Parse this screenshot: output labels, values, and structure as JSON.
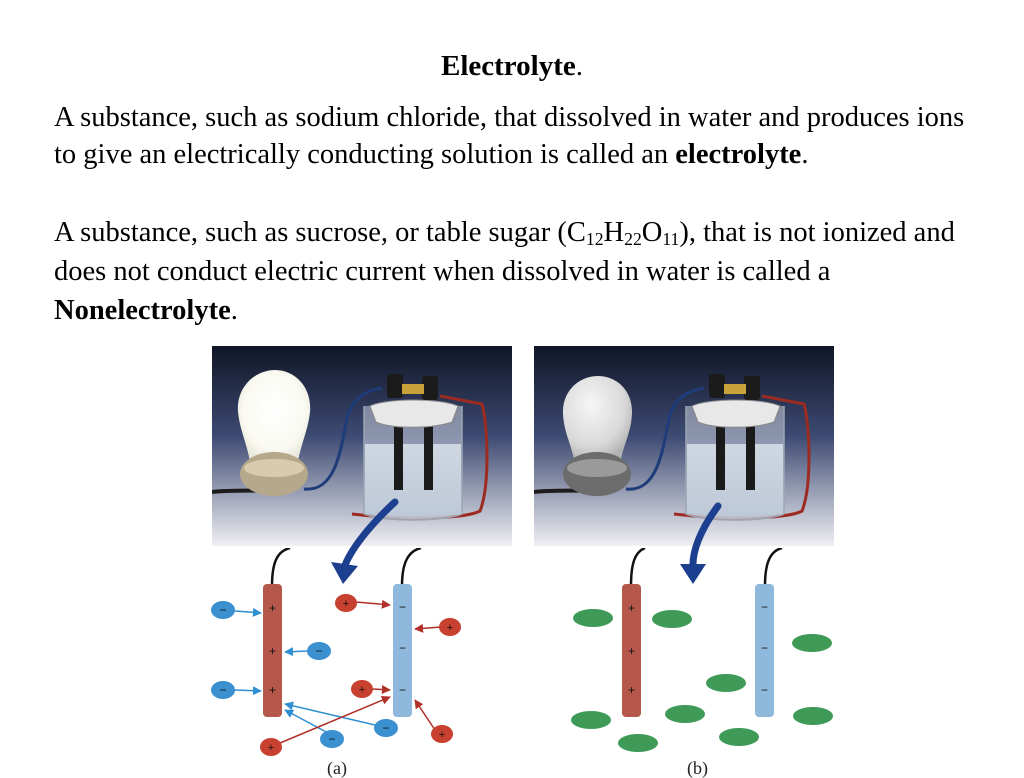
{
  "title": {
    "main": "Electrolyte",
    "end": "."
  },
  "para1": {
    "text": "A substance, such as sodium chloride, that dissolved in water and produces ions to give an electrically conducting solution is called an ",
    "term": "electrolyte",
    "end": "."
  },
  "para2": {
    "text_before": "A substance, such as sucrose, or table sugar (C",
    "sub1": "12",
    "mid1": "H",
    "sub2": "22",
    "mid2": "O",
    "sub3": "11",
    "text_after": "), that is not ionized and does not conduct electric current when dissolved in water is called a ",
    "term": "Nonelectrolyte",
    "end": "."
  },
  "figure": {
    "caption_a": "(a)",
    "caption_b": "(b)",
    "ion_plus": "+",
    "ion_minus": "−",
    "colors": {
      "cation": "#c8402f",
      "anion": "#3b90cf",
      "sugar_molecule": "#3f9a58",
      "anode_rod": "#b5574a",
      "cathode_rod": "#8fb9dc",
      "arrow_red": "#b03028",
      "arrow_blue": "#2f8fd0",
      "wire_red": "#9c2c22",
      "photo_bg_top": "#101626",
      "photo_bg_bottom": "#f0f0f4"
    }
  }
}
